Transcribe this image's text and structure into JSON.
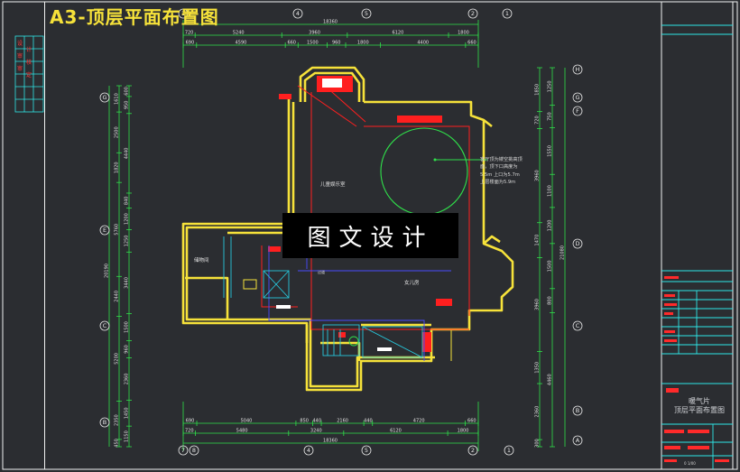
{
  "sheet": {
    "title": "A3-顶层平面布置图",
    "watermark": "图文设计",
    "colors": {
      "background": "#2b2d31",
      "frame": "#f2f2f2",
      "walls": "#f6e23a",
      "dimensions": "#2fe04a",
      "hvac_red": "#ff1f1f",
      "pipe_blue": "#4a4aff",
      "fixture_cyan": "#27c8dc",
      "title_block_cyan": "#2ee6e6",
      "title_block_red": "#ff2a2a"
    }
  },
  "rooms": {
    "children_room": "儿童娱乐室",
    "storage": "储物间",
    "daughter_room": "女儿房",
    "corridor": "过道"
  },
  "ceiling_note": [
    "客厅顶为镂空挑高顶",
    "面，顶下口高度为",
    "5.5m 上口为5.7m",
    "上层楼面为5.9m"
  ],
  "title_block": {
    "drawing_name_line1": "暖气片",
    "drawing_name_line2": "顶层平面布置图",
    "sheet_code": "0 1/00"
  },
  "left_strip": [
    "设",
    "计",
    "审",
    "核",
    "审",
    "定"
  ],
  "top_dims": {
    "total": "18360",
    "row1": [
      "720",
      "5240",
      "3960",
      "6120",
      "1800"
    ],
    "row2": [
      "690",
      "4590",
      "660",
      "1500",
      "960",
      "1800",
      "4400",
      "660"
    ]
  },
  "bottom_dims": {
    "total": "18360",
    "row1": [
      "690",
      "5040",
      "850",
      "440",
      "2160",
      "440",
      "4720",
      "660"
    ],
    "row2": [
      "720",
      "5480",
      "3240",
      "6120",
      "1800"
    ]
  },
  "left_dims": {
    "total": "20190",
    "col1": [
      "1610",
      "2500",
      "1820",
      "5760",
      "2440",
      "5200",
      "2350",
      "450"
    ],
    "col2": [
      "600",
      "950",
      "4440",
      "840",
      "1200",
      "1250",
      "3440",
      "1500",
      "960",
      "2360",
      "1450",
      "1150"
    ]
  },
  "right_dims": {
    "total": "21080",
    "col1": [
      "1850",
      "720",
      "3960",
      "1470",
      "3960",
      "1350",
      "2360",
      "300"
    ],
    "col2": [
      "1250",
      "750",
      "1550",
      "1100",
      "1200",
      "1500",
      "800",
      "4460"
    ]
  },
  "axes": {
    "top": [
      "1",
      "4",
      "5",
      "2",
      "1"
    ],
    "bottom": [
      "7",
      "8",
      "4",
      "5",
      "2",
      "1"
    ],
    "left": [
      "G",
      "E",
      "C",
      "B"
    ],
    "right": [
      "H",
      "G",
      "F",
      "D",
      "C",
      "B",
      "A"
    ]
  }
}
